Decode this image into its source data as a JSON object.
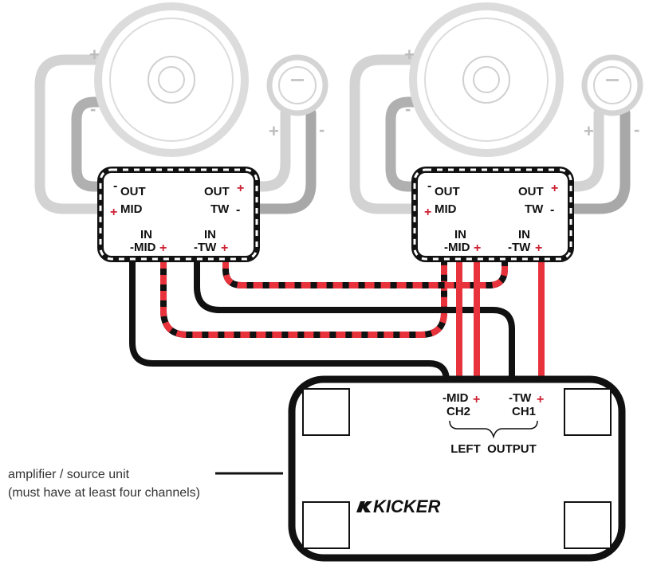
{
  "colors": {
    "black_wire": "#111111",
    "red_wire": "#e8323c",
    "positive": "#cc2233",
    "speaker_light": "#d9d9d9",
    "wire_light": "#d3d3d3",
    "wire_mid": "#b0b0b0",
    "wire_dark": "#a8a8a8",
    "text": "#111111"
  },
  "crossover": {
    "out_mid_top": "OUT",
    "out_mid_bottom": "MID",
    "out_tw_top": "OUT",
    "out_tw_bottom": "TW",
    "in_mid_top": "IN",
    "in_mid_bottom": "-MID",
    "in_tw_top": "IN",
    "in_tw_bottom": "-TW"
  },
  "polarity": {
    "plus": "+",
    "minus": "-"
  },
  "amp": {
    "mid_terminal": "-MID",
    "mid_channel": "CH2",
    "tw_terminal": "-TW",
    "tw_channel": "CH1",
    "output_label": "LEFT  OUTPUT",
    "brand": "KICKER",
    "brand_icon": "kicker-logo-icon"
  },
  "caption": {
    "line1": "amplifier / source unit",
    "line2": "(must have at least four channels)"
  }
}
